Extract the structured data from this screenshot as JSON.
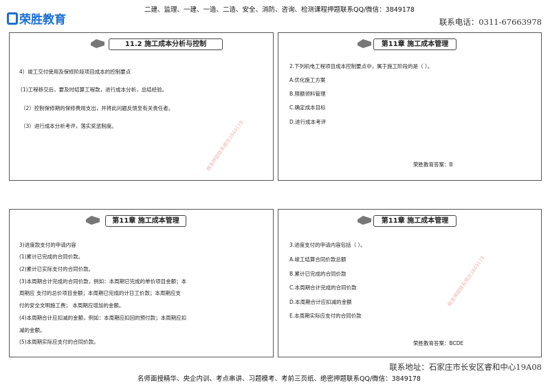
{
  "header": {
    "logo_text": "荣胜教育",
    "topline": "二建、监理、一建、一造、二造、安全、消防、咨询、检测课程押题联系QQ/微信：3849178",
    "phone": "联系电话：0311-67663978"
  },
  "footer": {
    "address": "联系地址：石家庄市长安区睿和中心19A08",
    "bottomline": "名师面授精华、央企内训、考点串讲、习题模考、考前三页纸、绝密押题联系QQ/微信：3849178"
  },
  "watermark": "精准押题联系微信3849178",
  "panels": [
    {
      "title": "11.2 施工成本分析与控制",
      "lines": [
        "4）竣工交付使用及保修阶段项目成本的控制要点",
        "(1)工程移交后，要及时结算工程款，进行成本分析，总结经验。",
        "（2）控制保修期的保修费用支出，并将此问题反馈至有关责任者。",
        "（3）进行成本分析考评，落实奖惩制度。"
      ]
    },
    {
      "title": "第11章 施工成本管理",
      "lines": [
        "2.下列机电工程项目成本控制要点中，属于施工阶段的是（  ）。",
        "A.优化施工方案",
        "B.限额领料管理",
        "C.确定成本目标",
        "D.进行成本考评"
      ],
      "answer": "荣胜教育答案：B"
    },
    {
      "title": "第11章 施工成本管理",
      "lines": [
        "3)进度款支付的申请内容",
        "(1)累计已完成的合同价款。",
        "(2)累计已实际支付的合同价款。",
        "(3)本周期合计完成的合同价款，例如：本周期已完成的单价项目金额；本",
        "周期应 支付的总价项目金额；本周期已完成的计日工价款；本周期应支",
        "付的安全文明施工费； 本周期应增加的金额。",
        "(4)本周期合计应扣减的金额，例如：本周期应扣回的预付款；本周期应扣",
        "减的金额。",
        "(5)本周期实际应支付的合同价款。"
      ]
    },
    {
      "title": "第11章 施工成本管理",
      "lines": [
        "3.进度支付的申请内容包括（  ）。",
        "A.竣工结算合同价款总额",
        "B.累计已完成的合同价款",
        "C.本周期合计完成的合同价款",
        "D.本周期合计应扣减的金额",
        "E.本周期实际应支付的合同价款"
      ],
      "answer": "荣胜教育答案：BCDE"
    }
  ]
}
